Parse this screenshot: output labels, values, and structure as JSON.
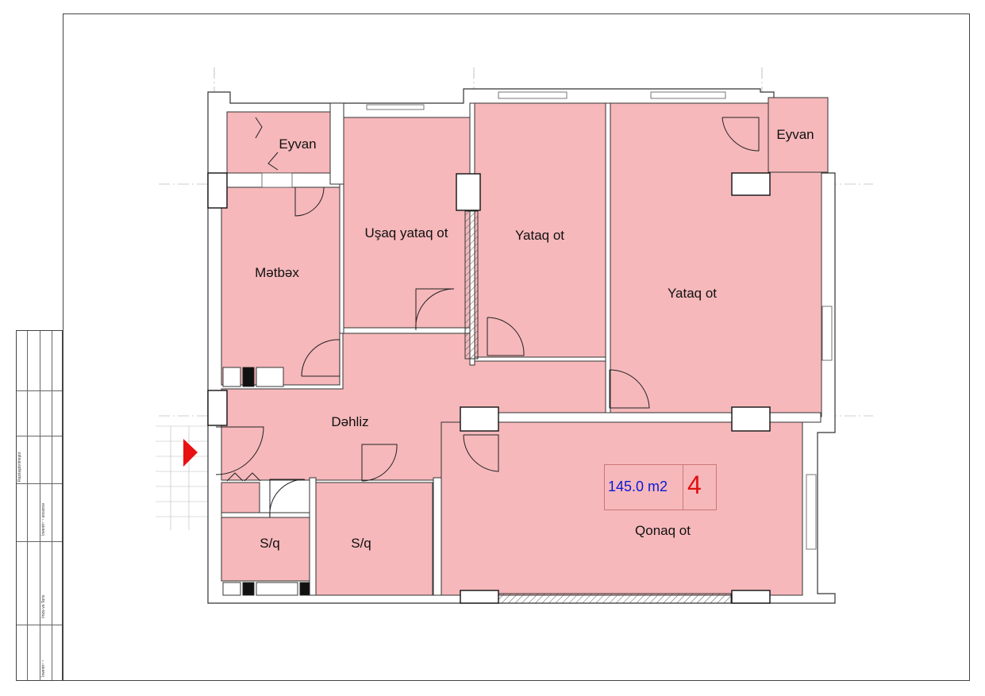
{
  "rooms": {
    "eyvan_left": "Eyvan",
    "eyvan_right": "Eyvan",
    "metbex": "Mətbəx",
    "usaq_yataq": "Uşaq yataq ot",
    "yataq_1": "Yataq ot",
    "yataq_2": "Yataq ot",
    "dehliz": "Dəhliz",
    "sq_left": "S/q",
    "sq_right": "S/q",
    "qonaq": "Qonaq ot"
  },
  "apartment": {
    "area": "145.0 m2",
    "number": "4"
  },
  "stamp": {
    "label_1": "Razılaşdırılmıştır.",
    "label_2": "İnventr¹⁻¹ ənsizinə",
    "label_3": "İmza və Tarix",
    "label_4": "İnventr¹⁻¹"
  },
  "colors": {
    "room_fill": "#f6b8bb",
    "wall": "#ffffff",
    "line": "#333333",
    "entrance_marker": "#e81010",
    "area_text": "#0a18d8",
    "apartment_number": "#e01010"
  }
}
